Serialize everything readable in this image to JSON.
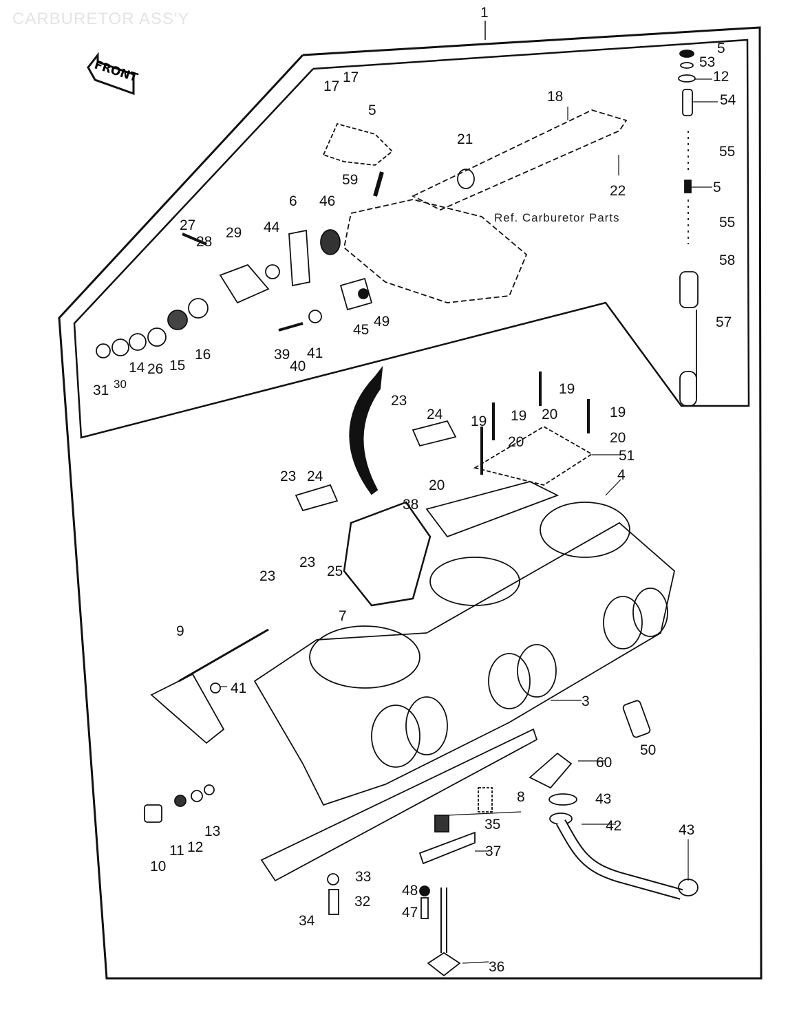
{
  "title": "CARBURETOR ASS'Y",
  "front_badge": "FRONT",
  "ref_note": "Ref. Carburetor Parts",
  "callouts": [
    "1",
    "5",
    "53",
    "12",
    "54",
    "55",
    "5",
    "55",
    "58",
    "57",
    "17",
    "17",
    "5",
    "18",
    "21",
    "22",
    "59",
    "6",
    "46",
    "27",
    "28",
    "29",
    "44",
    "45",
    "49",
    "16",
    "15",
    "14",
    "26",
    "31",
    "30",
    "39",
    "41",
    "40",
    "23",
    "24",
    "19",
    "19",
    "19",
    "20",
    "19",
    "20",
    "20",
    "51",
    "4",
    "20",
    "23",
    "24",
    "38",
    "23",
    "25",
    "23",
    "7",
    "9",
    "41",
    "3",
    "50",
    "60",
    "8",
    "43",
    "35",
    "42",
    "43",
    "37",
    "13",
    "12",
    "11",
    "10",
    "33",
    "32",
    "48",
    "47",
    "34",
    "36"
  ]
}
